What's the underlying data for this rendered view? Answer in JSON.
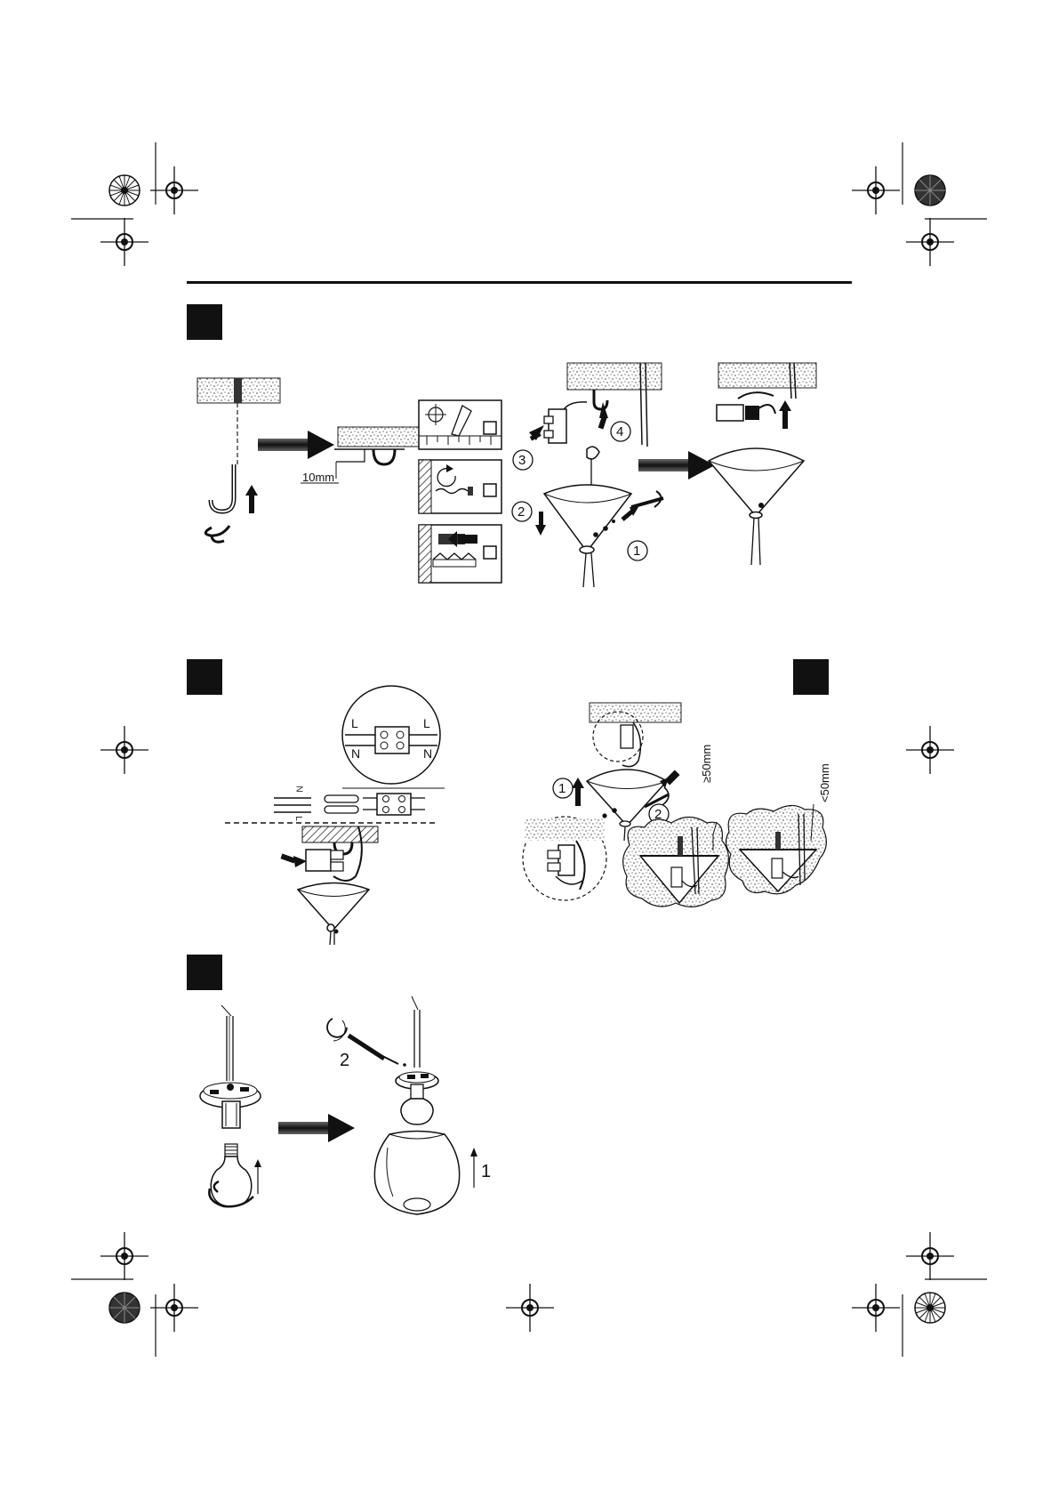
{
  "labels": {
    "gap_measure": "10mm",
    "circle_1": "1",
    "circle_2": "2",
    "circle_3": "3",
    "circle_4": "4",
    "terminal_L_left": "L",
    "terminal_L_right": "L",
    "terminal_N_left": "N",
    "terminal_N_right": "N",
    "wire_tag_N": "N",
    "wire_tag_L": "L",
    "pull_1": "1",
    "push_2": "2",
    "dist_ge": "≥50mm",
    "dist_lt": "<50mm",
    "step_2": "2",
    "step_1": "1"
  },
  "colors": {
    "ink": "#111111",
    "stipple": "#555555",
    "paper": "#ffffff"
  },
  "icons": [
    "registration-mark-icon",
    "color-wheel-icon",
    "arrow-right-icon",
    "arrow-up-icon",
    "arrow-down-icon"
  ]
}
